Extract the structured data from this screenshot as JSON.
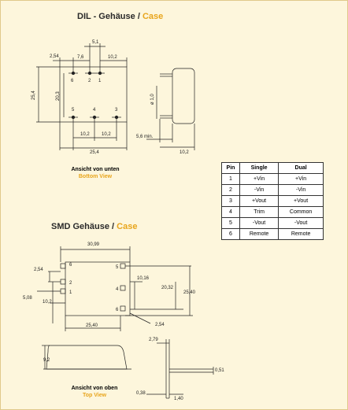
{
  "dil": {
    "title_de": "DIL - Gehäuse /",
    "title_en": "Case",
    "caption_de": "Ansicht von unten",
    "caption_en": "Bottom View",
    "dims": {
      "d5_1": "5,1",
      "d2_54": "2,54",
      "d7_6": "7,6",
      "d10_2_top": "10,2",
      "d25_4_v": "25,4",
      "d20_3": "20,3",
      "d10_2_b1": "10,2",
      "d10_2_b2": "10,2",
      "d25_4_h": "25,4",
      "d1_0": "ø 1,0",
      "d5_6": "5,6 min.",
      "d10_2_side": "10,2"
    },
    "pin_numbers": [
      "6",
      "2",
      "1",
      "5",
      "4",
      "3"
    ]
  },
  "smd": {
    "title_de": "SMD Gehäuse /",
    "title_en": "Case",
    "caption_de": "Ansicht von oben",
    "caption_en": "Top View",
    "dims": {
      "d30_99": "30,99",
      "d2_54_l": "2,54",
      "d5_08": "5,08",
      "d10_2": "10,2",
      "d10_16": "10,16",
      "d20_32": "20,32",
      "d25_40_v": "25,40",
      "d25_40_h": "25,40",
      "d2_54_r": "2,54",
      "d9_2": "9,2",
      "d2_79": "2,79",
      "d0_51": "0,51",
      "d0_38": "0,38",
      "d1_40": "1,40"
    },
    "pin_numbers": [
      "6",
      "2",
      "1",
      "5",
      "4",
      "6"
    ]
  },
  "table": {
    "headers": [
      "Pin",
      "Single",
      "Dual"
    ],
    "rows": [
      [
        "1",
        "+Vin",
        "+Vin"
      ],
      [
        "2",
        "-Vin",
        "-Vin"
      ],
      [
        "3",
        "+Vout",
        "+Vout"
      ],
      [
        "4",
        "Trim",
        "Common"
      ],
      [
        "5",
        "-Vout",
        "-Vout"
      ],
      [
        "6",
        "Remote",
        "Remote"
      ]
    ]
  },
  "colors": {
    "accent": "#e8a51c",
    "background": "#fdf6dc",
    "line": "#222222"
  }
}
